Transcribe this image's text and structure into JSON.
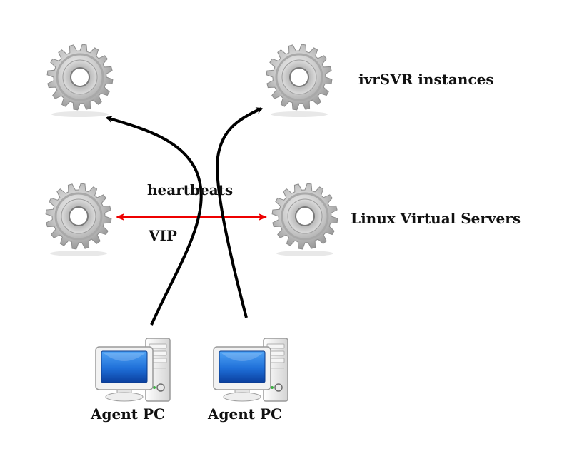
{
  "diagram": {
    "labels": {
      "ivrsvr": "ivrSVR instances",
      "lvs": "Linux Virtual Servers",
      "heartbeats": "heartbeats",
      "vip": "VIP",
      "agent1": "Agent PC",
      "agent2": "Agent PC"
    },
    "nodes": [
      {
        "id": "ivrsvr-1",
        "type": "gear",
        "group": "ivrSVR instances"
      },
      {
        "id": "ivrsvr-2",
        "type": "gear",
        "group": "ivrSVR instances"
      },
      {
        "id": "lvs-1",
        "type": "gear",
        "group": "Linux Virtual Servers"
      },
      {
        "id": "lvs-2",
        "type": "gear",
        "group": "Linux Virtual Servers"
      },
      {
        "id": "agent-1",
        "type": "computer",
        "label": "Agent PC"
      },
      {
        "id": "agent-2",
        "type": "computer",
        "label": "Agent PC"
      }
    ],
    "edges": [
      {
        "from": "agent-1",
        "to": "ivrsvr-1",
        "style": "black-curved-arrow"
      },
      {
        "from": "agent-2",
        "to": "ivrsvr-2",
        "style": "black-curved-arrow"
      },
      {
        "from": "lvs-1",
        "to": "lvs-2",
        "style": "red-double-arrow",
        "labels": [
          "heartbeats",
          "VIP"
        ]
      }
    ],
    "colors": {
      "heartbeat_arrow": "#ee0000",
      "flow_arrow": "#000000",
      "gear": "#b8b8b8",
      "screen": "#1a6fd6"
    }
  }
}
